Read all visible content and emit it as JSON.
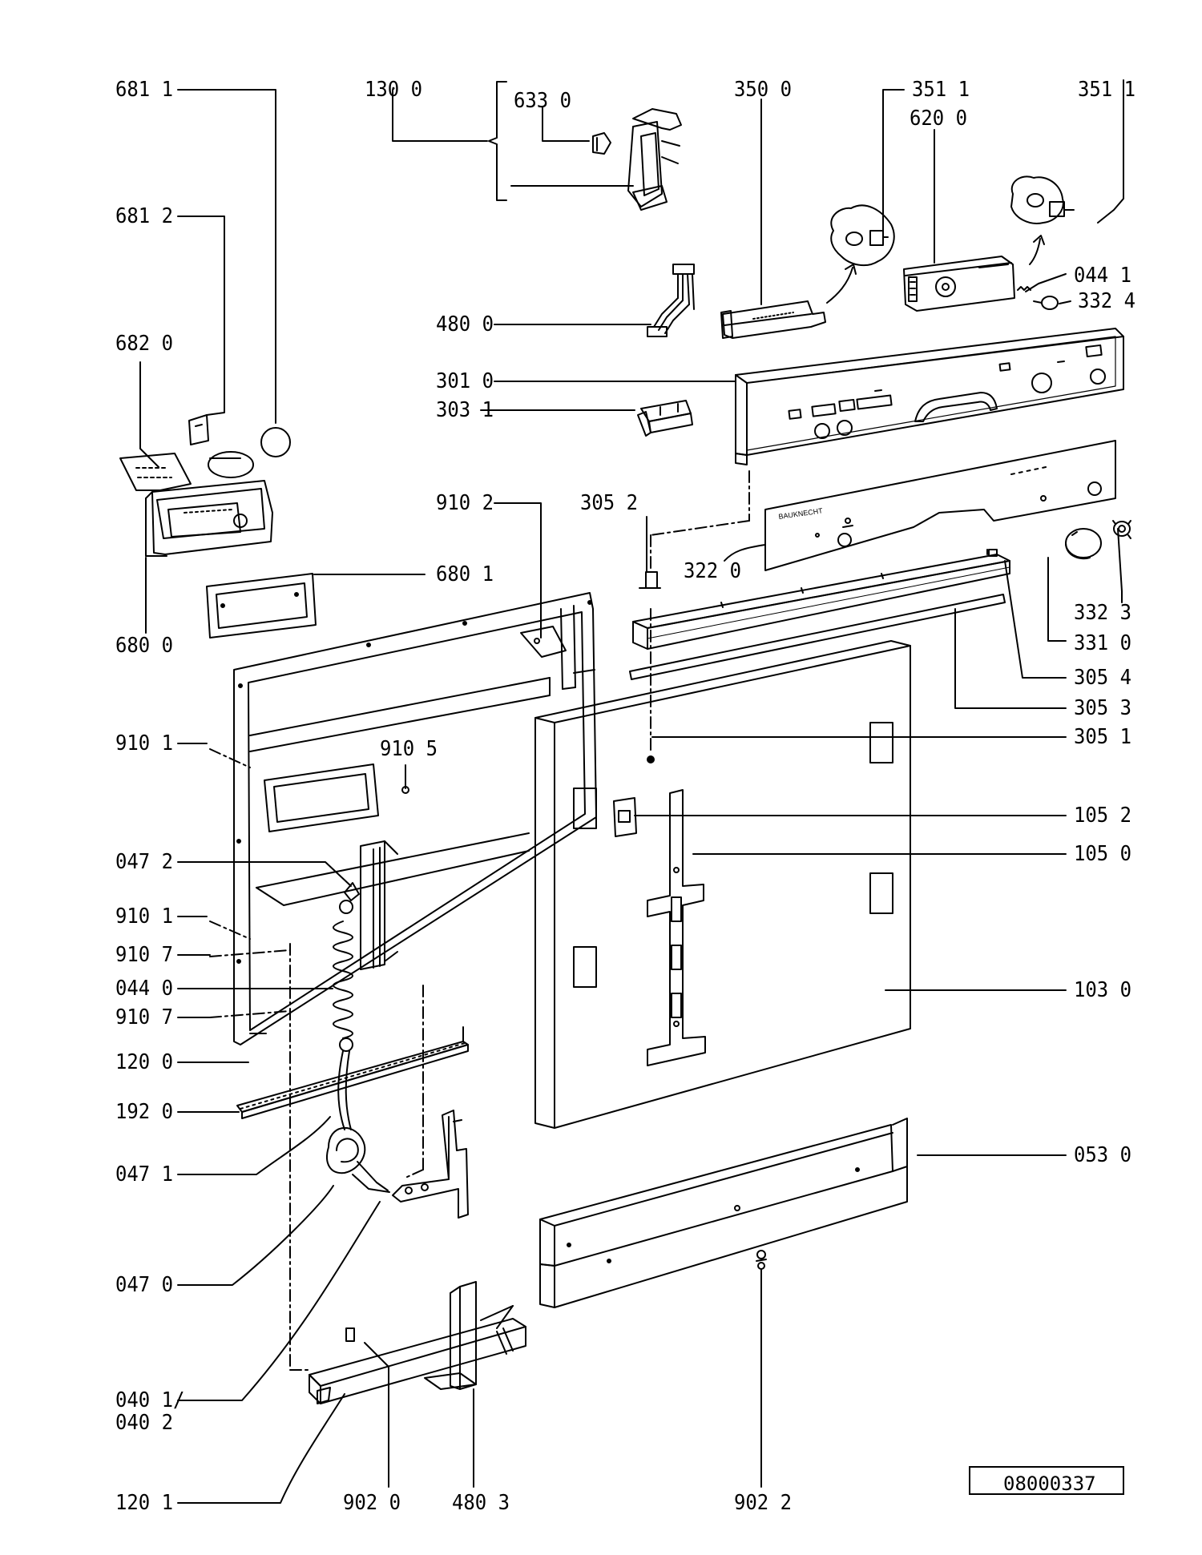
{
  "diagram": {
    "callouts": {
      "c681_1": "681 1",
      "c681_2": "681 2",
      "c682_0": "682 0",
      "c680_0": "680 0",
      "c680_1": "680 1",
      "c130_0": "130 0",
      "c633_0": "633 0",
      "c350_0": "350 0",
      "c351_1a": "351 1",
      "c620_0": "620 0",
      "c351_1b": "351 1",
      "c044_1": "044 1",
      "c332_4": "332 4",
      "c480_0": "480 0",
      "c301_0": "301 0",
      "c303_1": "303 1",
      "c910_2": "910 2",
      "c305_2": "305 2",
      "c322_0": "322 0",
      "c332_3": "332 3",
      "c331_0": "331 0",
      "c305_4": "305 4",
      "c305_3": "305 3",
      "c305_1": "305 1",
      "c910_1a": "910 1",
      "c910_5": "910 5",
      "c105_2": "105 2",
      "c105_0": "105 0",
      "c047_2": "047 2",
      "c910_1b": "910 1",
      "c910_7a": "910 7",
      "c044_0": "044 0",
      "c910_7b": "910 7",
      "c103_0": "103 0",
      "c120_0": "120 0",
      "c192_0": "192 0",
      "c047_1": "047 1",
      "c053_0": "053 0",
      "c047_0": "047 0",
      "c040_1": "040 1/",
      "c040_2": "040 2",
      "c120_1": "120 1",
      "c902_0": "902 0",
      "c480_3": "480 3",
      "c902_2": "902 2"
    },
    "document_code": "08000337",
    "brand_mark": "BAUKNECHT"
  }
}
